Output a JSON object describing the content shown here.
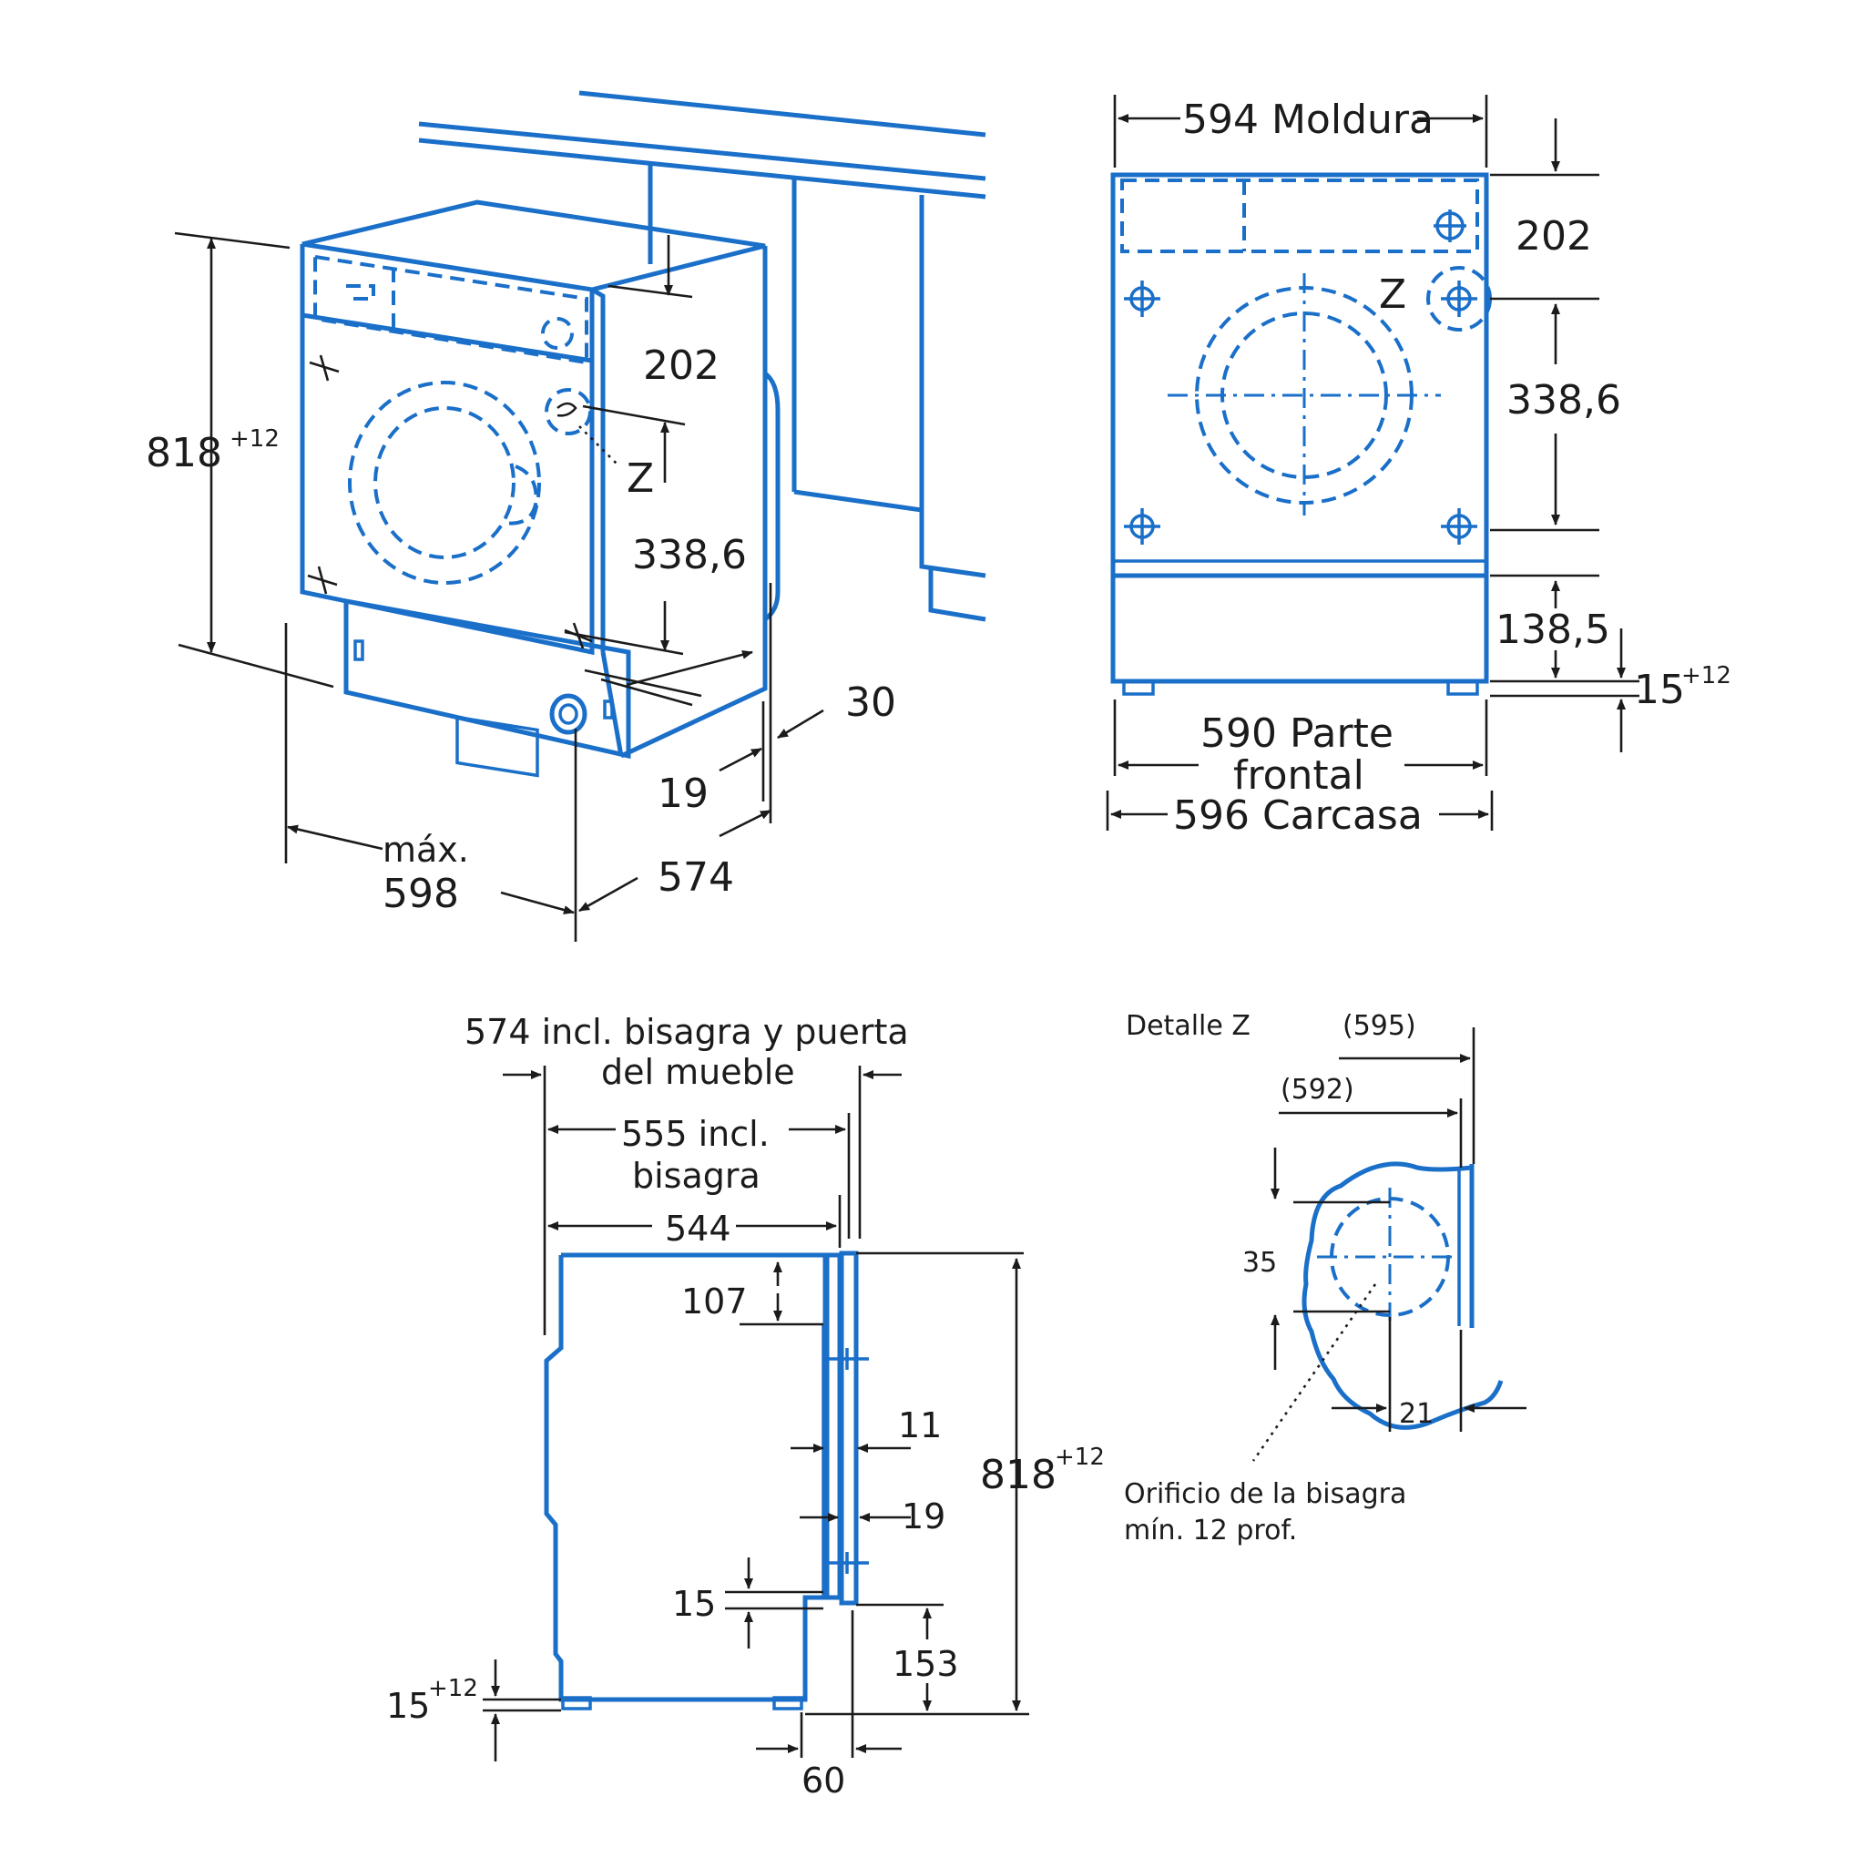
{
  "iso_view": {
    "height": "818",
    "height_tol": "+12",
    "panel_height": "202",
    "z_label": "Z",
    "hinge_offset": "338,6",
    "dim_30": "30",
    "dim_19": "19",
    "depth": "574",
    "width_max_word": "máx.",
    "width_max_value": "598"
  },
  "front_view": {
    "moldura": "594 Moldura",
    "panel_height": "202",
    "z_label": "Z",
    "hinge_offset": "338,6",
    "lower": "138,5",
    "feet": "15",
    "feet_tol": "+12",
    "front_width_1": "590 Parte",
    "front_width_2": "frontal",
    "carcasa": "596 Carcasa"
  },
  "side_view": {
    "dim574_line1": "574 incl. bisagra y puerta",
    "dim574_line2": "del mueble",
    "dim555_line1": "555 incl.",
    "dim555_line2": "bisagra",
    "dim544": "544",
    "dim107": "107",
    "dim11": "11",
    "dim19": "19",
    "height": "818",
    "height_tol": "+12",
    "dim15": "15",
    "dim153": "153",
    "feet": "15",
    "feet_tol": "+12",
    "dim60": "60"
  },
  "detail_z": {
    "title": "Detalle Z",
    "dim595": "(595)",
    "dim592": "(592)",
    "dim35": "35",
    "dim21": "21",
    "note_line1": "Orificio de la bisagra",
    "note_line2": "mín. 12 prof."
  }
}
